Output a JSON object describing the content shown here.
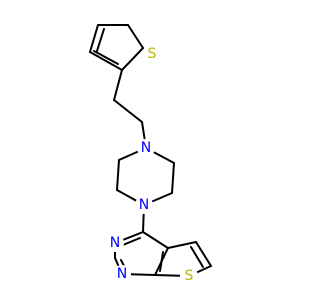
{
  "molecule": {
    "colors": {
      "bond": "#000000",
      "nitrogen": "#0000ff",
      "sulfur": "#b8b800"
    },
    "atoms": {
      "s_top": "S",
      "n_pip_top": "N",
      "n_pip_bottom": "N",
      "n_pyr_left": "N",
      "n_pyr_bottom": "N",
      "s_bottom": "S"
    }
  }
}
